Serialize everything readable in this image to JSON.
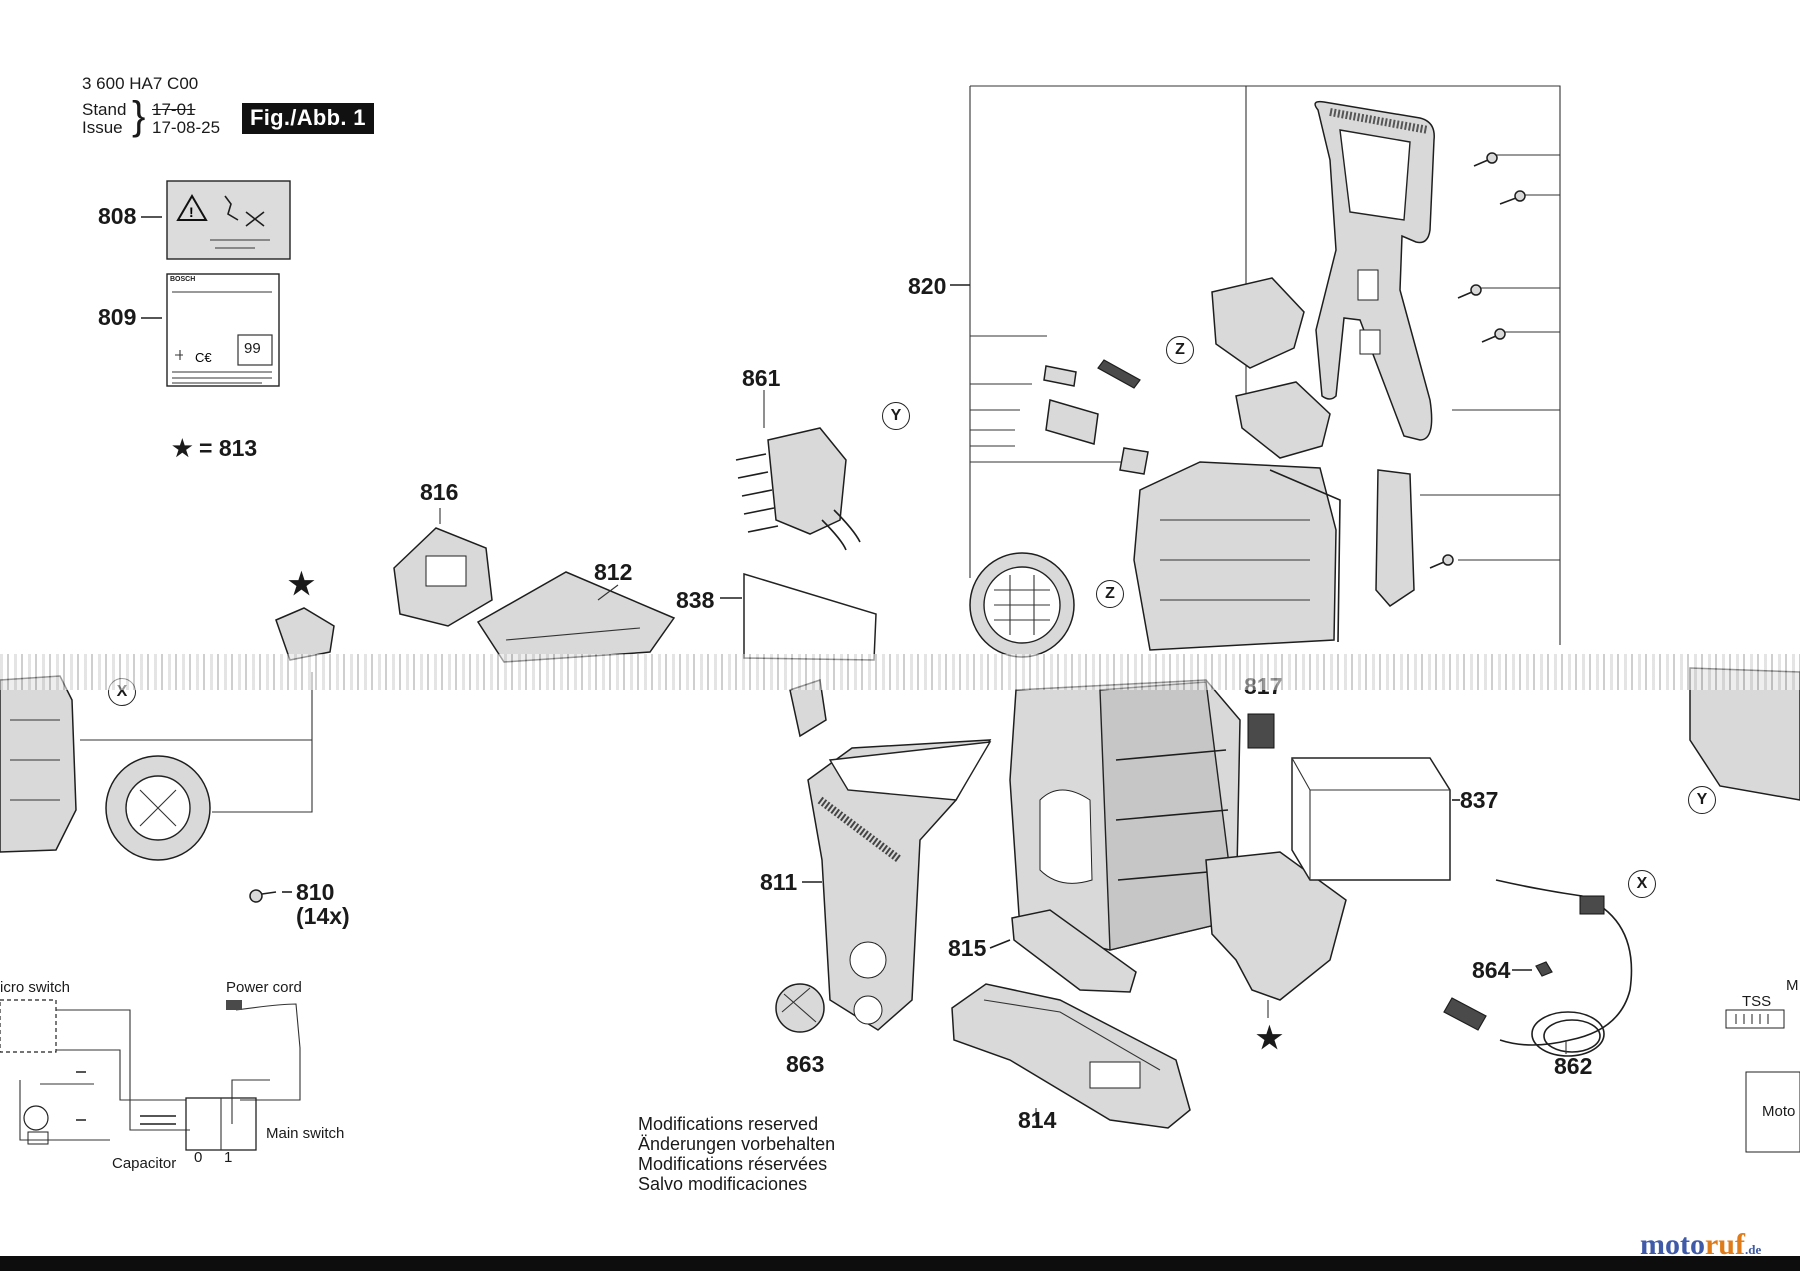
{
  "header": {
    "doc_number": "3 600 HA7 C00",
    "stand_label": "Stand",
    "issue_label": "Issue",
    "stand_value_struck": "17-01",
    "issue_value": "17-08-25",
    "figure_label": "Fig./Abb. 1"
  },
  "legend": {
    "star_note": "= 813"
  },
  "parts": {
    "p808": "808",
    "p809": "809",
    "p810": "810",
    "p810_qty": "(14x)",
    "p811": "811",
    "p812": "812",
    "p814": "814",
    "p815": "815",
    "p816": "816",
    "p817": "817",
    "p820": "820",
    "p837": "837",
    "p838": "838",
    "p861": "861",
    "p862": "862",
    "p863": "863",
    "p864": "864"
  },
  "markers": {
    "x": "X",
    "y": "Y",
    "z": "Z"
  },
  "wiring": {
    "micro_switch": "icro switch",
    "power_cord": "Power cord",
    "main_switch": "Main switch",
    "capacitor": "Capacitor",
    "pos0": "0",
    "pos1": "1",
    "tss": "TSS",
    "motor": "Moto",
    "m_cut": "M"
  },
  "modifications": [
    "Modifications reserved",
    "Änderungen vorbehalten",
    "Modifications réservées",
    "Salvo modificaciones"
  ],
  "label_brand": "BOSCH",
  "label_rating": "99",
  "watermark": {
    "part_a": "moto",
    "part_b": "ruf",
    "part_c": ".de"
  }
}
